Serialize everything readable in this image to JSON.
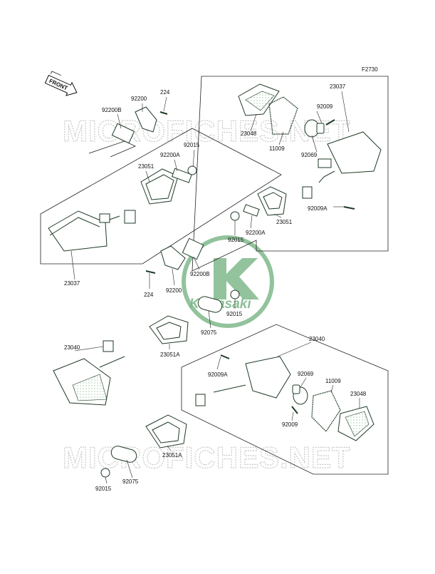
{
  "figure_code": "F2730",
  "direction_badge": "FRONT",
  "brand_mark": "Kawasaki",
  "watermark": "MICROFICHES.NET",
  "colors": {
    "part_fill": "#d7ead6",
    "part_stroke": "#1e3a24",
    "watermark": "#c8c8c8",
    "logo": "#7fb98b"
  },
  "labels": {
    "l1": "224",
    "l2": "92200",
    "l3": "92200B",
    "l4": "92015",
    "l5": "92200A",
    "l6": "23051",
    "l7": "23037",
    "l8": "23048",
    "l9": "11009",
    "l10": "92009",
    "l11": "92069",
    "l12": "23037",
    "l13": "92009A",
    "l14": "23051",
    "l15": "92200A",
    "l16": "92015",
    "l17": "92200B",
    "l18": "224",
    "l19": "92200",
    "l20": "92015",
    "l21": "92075",
    "l22": "23051A",
    "l23": "23040",
    "l24": "23040",
    "l25": "92009A",
    "l26": "92069",
    "l27": "11009",
    "l28": "23048",
    "l29": "92009",
    "l30": "23051A",
    "l31": "92075",
    "l32": "92015"
  }
}
